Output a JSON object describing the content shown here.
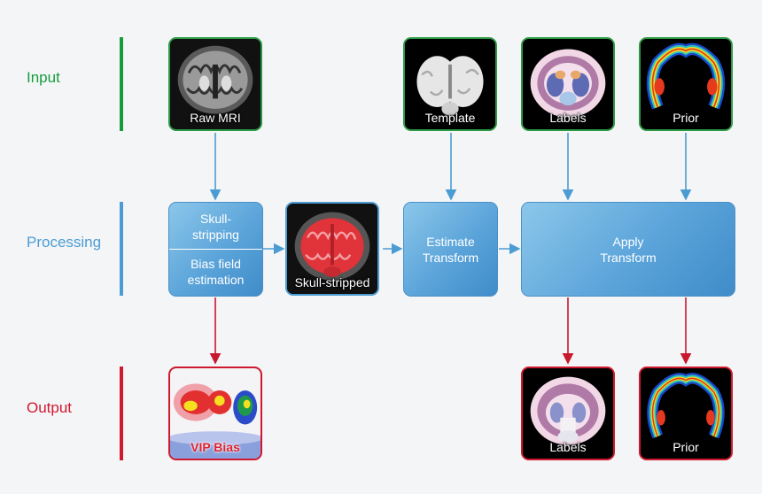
{
  "stages": {
    "input": "Input",
    "processing": "Processing",
    "output": "Output"
  },
  "colors": {
    "input": "#169c3d",
    "processing": "#4b9cd3",
    "output": "#d0182e"
  },
  "inputs": {
    "raw_mri": "Raw MRI",
    "template": "Template",
    "labels": "Labels",
    "prior": "Prior"
  },
  "processing": {
    "skull_stripping": "Skull-\nstripping",
    "bias_field": "Bias field\nestimation",
    "skull_stripped": "Skull-stripped",
    "estimate_transform": "Estimate\nTransform",
    "apply_transform": "Apply\nTransform"
  },
  "outputs": {
    "vip_bias": "VIP Bias",
    "labels": "Labels",
    "prior": "Prior"
  }
}
